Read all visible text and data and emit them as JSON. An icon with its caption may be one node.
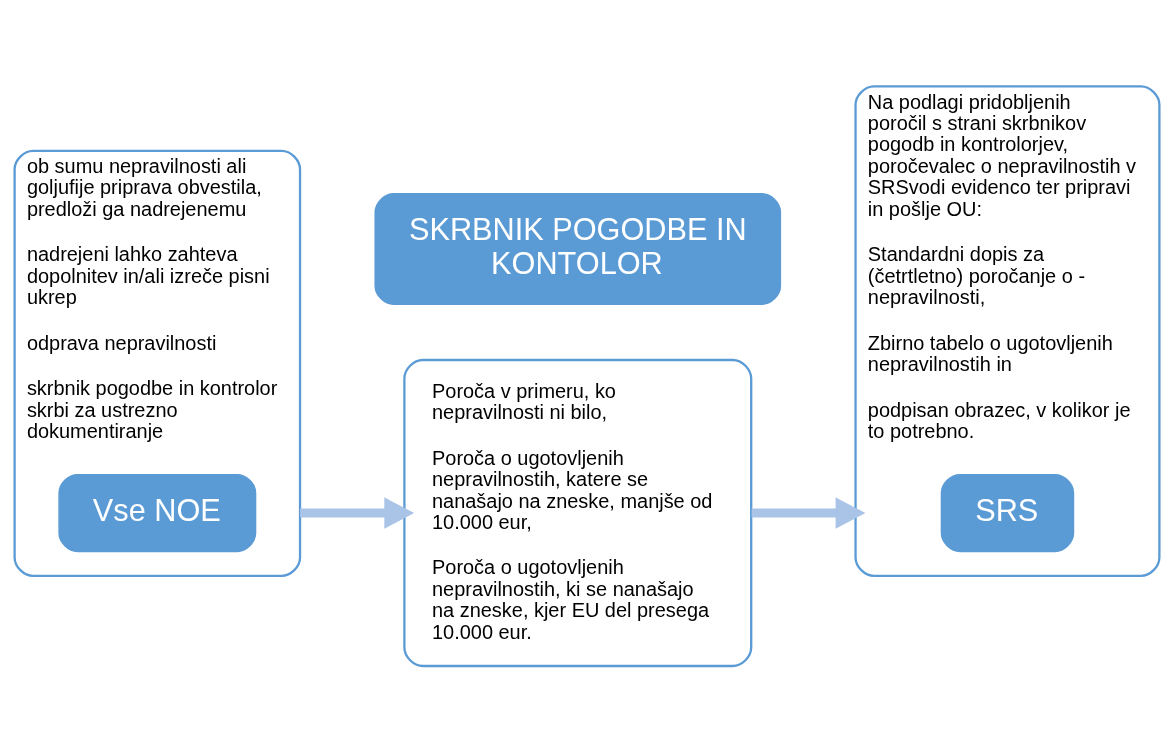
{
  "diagram": {
    "nodes": [
      {
        "text": [
          "ob sumu nepravilnosti ali goljufije priprava obvestila, predloži ga nadrejenemu",
          "nadrejeni lahko zahteva dopolnitev in/ali izreče pisni ukrep",
          "odprava nepravilnosti",
          "skrbnik pogodbe in kontrolor skrbi za ustrezno dokumentiranje"
        ]
      },
      {
        "text": [
          "Vse NOE"
        ],
        "in": 0
      },
      {
        "text": [
          "SKRBNIK POGODBE IN KONTOLOR"
        ]
      },
      {
        "text": [
          "Poroča v primeru, ko nepravilnosti ni bilo,",
          "Poroča o ugotovljenih nepravilnostih, katere se nanašajo na zneske, manjše od 10.000 eur,",
          "Poroča o ugotovljenih nepravilnostih, ki se nanašajo na zneske, kjer EU del presega 10.000 eur."
        ]
      },
      {
        "text": [
          "Na podlagi pridobljenih poročil s strani skrbnikov pogodb in kontrolorjev, poročevalec o nepravilnostih v SRSvodi evidenco ter pripravi in pošlje OU:",
          "Standardni dopis za (četrtletno) poročanje o - nepravilnosti,",
          "Zbirno tabelo o ugotovljenih nepravilnostih in",
          "podpisan obrazec, v kolikor je to potrebno."
        ]
      },
      {
        "text": [
          "SRS"
        ],
        "in": 4
      }
    ],
    "edges": [
      {
        "from": 0,
        "to": 3,
        "arrow": "to"
      },
      {
        "from": 3,
        "to": 4,
        "arrow": "to"
      }
    ]
  }
}
